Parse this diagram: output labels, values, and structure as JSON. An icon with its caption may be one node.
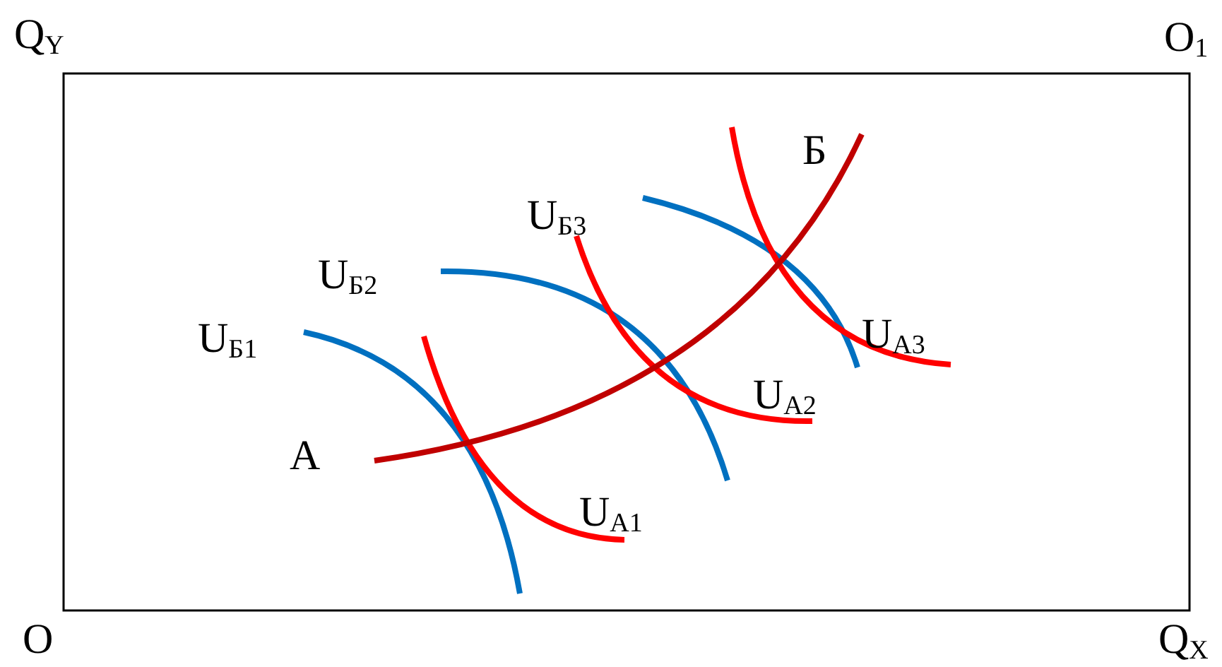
{
  "diagram": {
    "labels": [
      "Q$_{Y}$",
      "O$_{1}$",
      "U$_{Б3}$",
      "Б",
      "U$_{Б2}$",
      "U$_{Б1}$",
      "U$_{А3}$",
      "U$_{А2}$",
      "А",
      "U$_{А1}$",
      "O",
      "Q$_{X}$"
    ]
  }
}
